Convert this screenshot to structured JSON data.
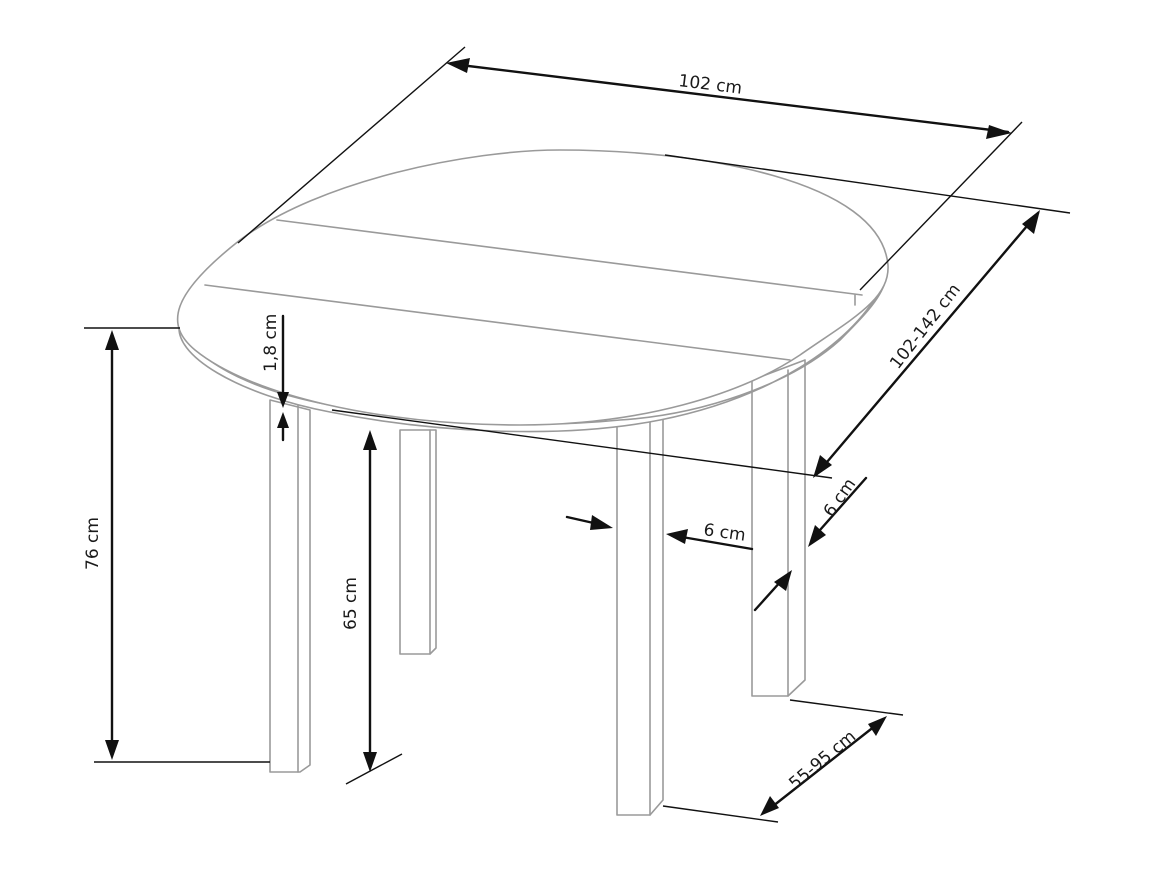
{
  "diagram": {
    "subject": "extendable oval dining table with four square legs",
    "line_color": "#9a9a9a",
    "dimension_color": "#111111",
    "dimensions": {
      "width": "102 cm",
      "length": "102-142 cm",
      "top_thickness": "1,8 cm",
      "total_height": "76 cm",
      "clearance_height": "65 cm",
      "leg_width": "6 cm",
      "leg_depth": "6 cm",
      "leg_spacing": "55-95 cm"
    }
  }
}
